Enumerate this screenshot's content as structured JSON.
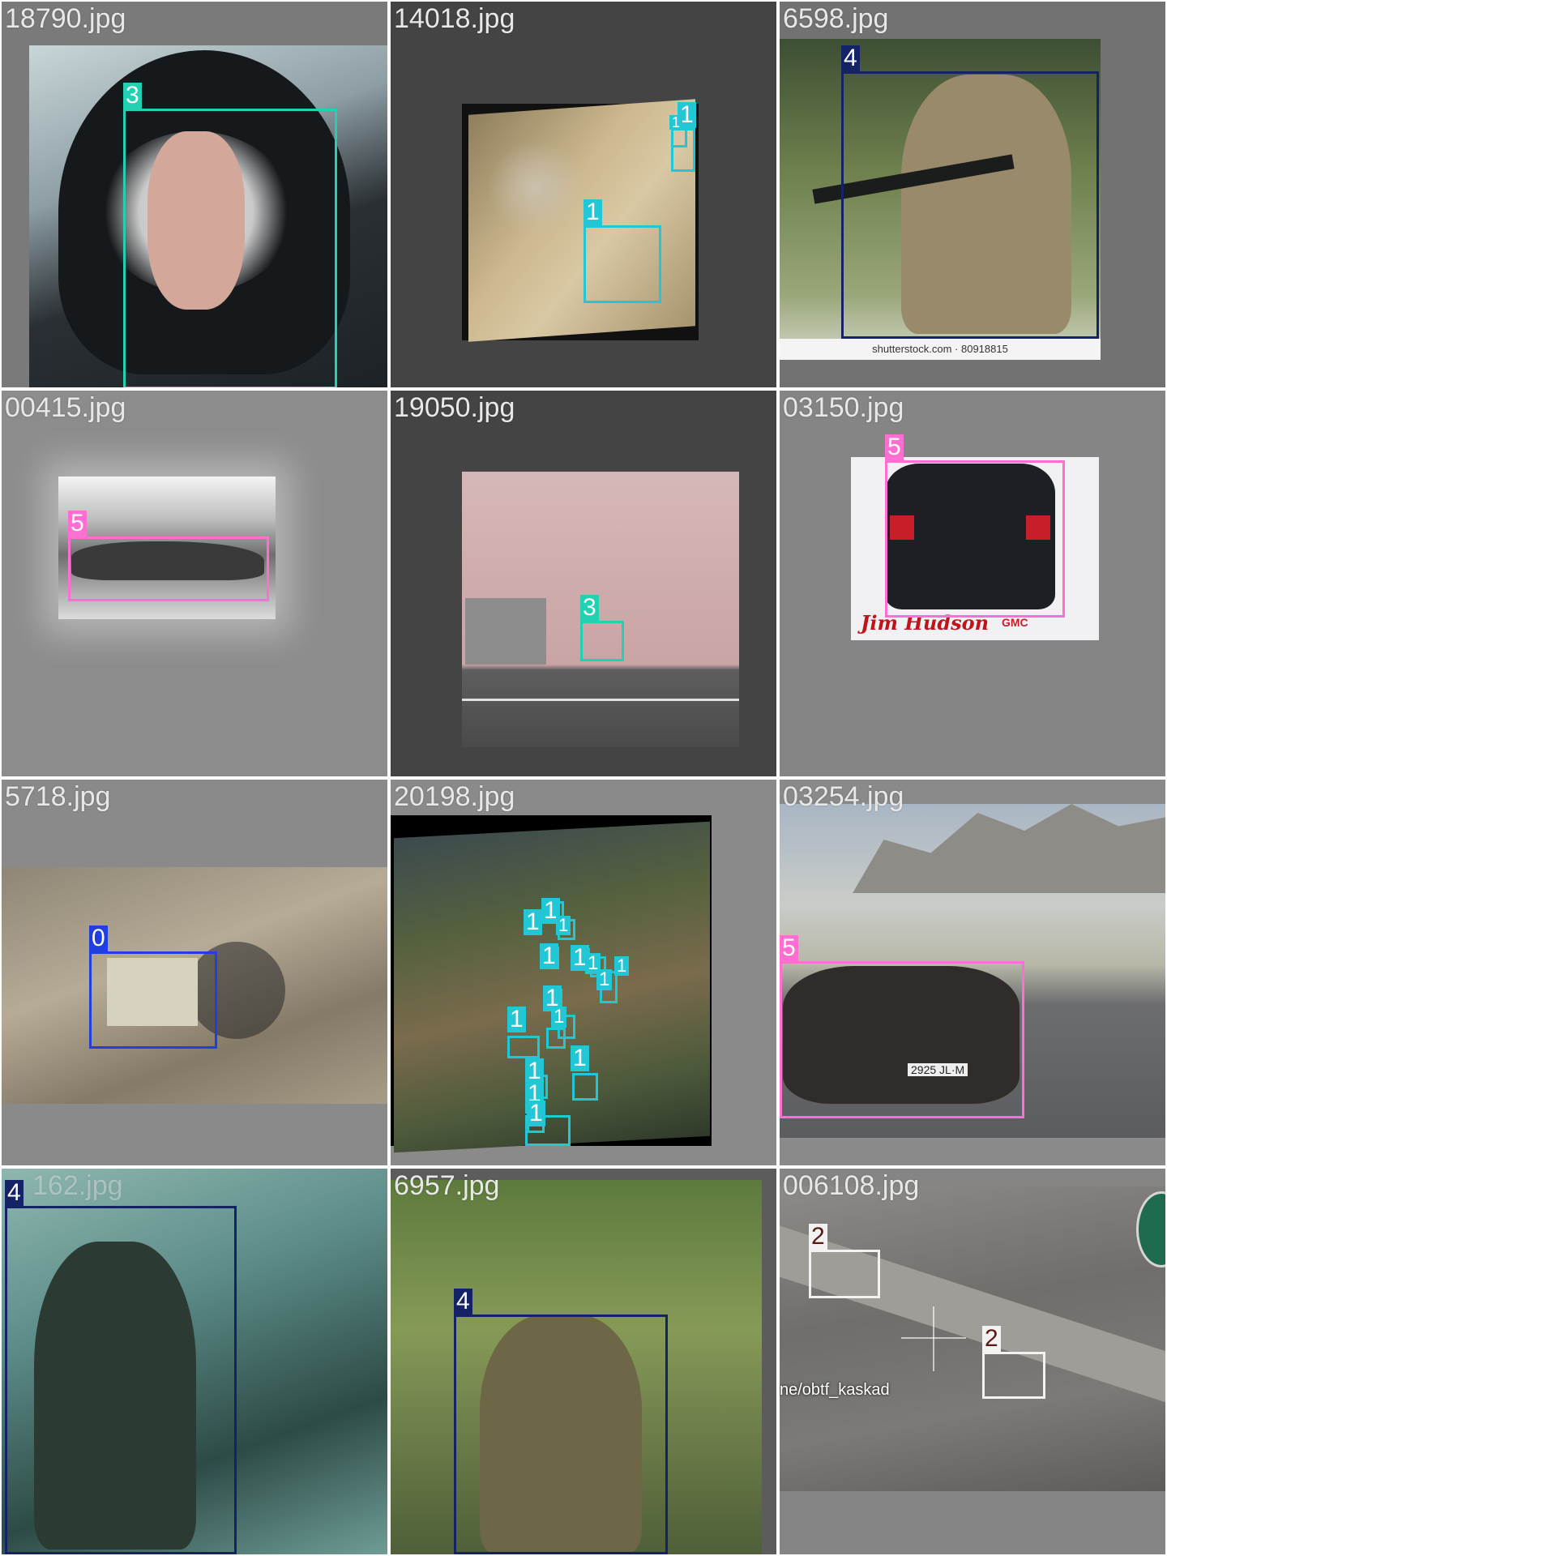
{
  "tiles": [
    {
      "filename": "18790.jpg",
      "labels": [
        "3"
      ]
    },
    {
      "filename": "14018.jpg",
      "labels": [
        "1",
        "1",
        "1"
      ]
    },
    {
      "filename": "6598.jpg",
      "labels": [
        "4"
      ],
      "watermark": "shutterstock.com · 80918815"
    },
    {
      "filename": "00415.jpg",
      "labels": [
        "5"
      ]
    },
    {
      "filename": "19050.jpg",
      "labels": [
        "3"
      ]
    },
    {
      "filename": "03150.jpg",
      "labels": [
        "5"
      ],
      "footer_text": "GMC"
    },
    {
      "filename": "5718.jpg",
      "labels": [
        "0"
      ]
    },
    {
      "filename": "20198.jpg",
      "labels": [
        "1",
        "1",
        "1",
        "1",
        "1",
        "1",
        "1",
        "1",
        "1",
        "1",
        "1",
        "1",
        "1",
        "1",
        "1"
      ]
    },
    {
      "filename": "03254.jpg",
      "labels": [
        "5"
      ],
      "plate_text": "2925 JL·M"
    },
    {
      "filename": "162.jpg",
      "labels": [
        "4"
      ]
    },
    {
      "filename": "6957.jpg",
      "labels": [
        "4"
      ]
    },
    {
      "filename": "006108.jpg",
      "labels": [
        "2",
        "2"
      ],
      "overlay": "ne/obtf_kaskad"
    }
  ],
  "class_colors": {
    "0": "#1f3fe0",
    "1": "#22c7d6",
    "2": "#f2f2f2",
    "3": "#22d1b2",
    "4": "#142266",
    "5": "#ff6ed0"
  },
  "class_label_text_colors": {
    "2": "#5a1a10"
  }
}
